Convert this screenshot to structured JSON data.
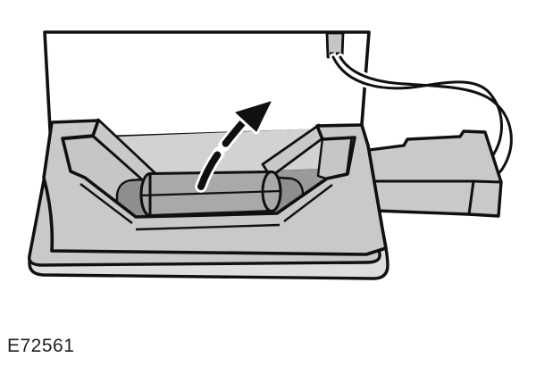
{
  "figure": {
    "code": "E72561"
  },
  "parts": {
    "lens_cover": "lens-cover-panel",
    "connector_tab": "wiring-connector-tab",
    "wires": "connector-wires",
    "base_plate": "lamp-base-plate",
    "housing": "lamp-housing",
    "bulb": "festoon-bulb",
    "arrow": "bulb-removal-arrow"
  },
  "colors": {
    "background": "#ffffff",
    "line": "#101010",
    "body": "#c9c9c9",
    "body_light": "#dedede",
    "wedge": "#c6c6c6",
    "interior": "#d2d2d2",
    "recess": "#9a9a9a",
    "sleeve": "#8e8e8e",
    "bulb": "#a9a9a9",
    "tab": "#c6c6c6",
    "label_text": "#1e1e1e"
  }
}
